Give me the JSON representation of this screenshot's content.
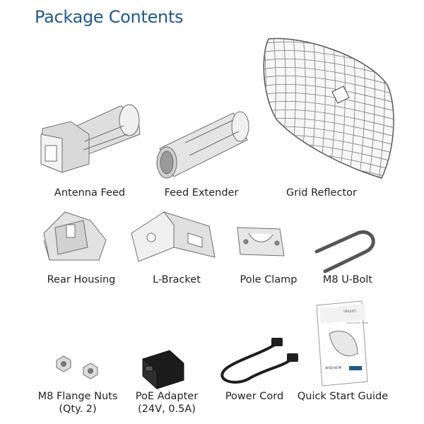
{
  "heading": "Package Contents",
  "items": [
    {
      "label": "Antenna Feed"
    },
    {
      "label": "Feed Extender"
    },
    {
      "label": "Grid Reflector"
    },
    {
      "label": "Rear Housing"
    },
    {
      "label": "L-Bracket"
    },
    {
      "label": "Pole Clamp"
    },
    {
      "label": "M8 U-Bolt"
    },
    {
      "label": "M8 Flange Nuts",
      "sublabel": "(Qty. 2)"
    },
    {
      "label": "PoE Adapter",
      "sublabel": "(24V, 0.5A)"
    },
    {
      "label": "Power Cord"
    },
    {
      "label": "Quick Start Guide"
    }
  ],
  "guide_cover": {
    "brand": "UBIQUITI",
    "product": "airGrid M",
    "footer": "Quick Start Guide"
  },
  "colors": {
    "heading": "#1f5a8a",
    "part_fill": "#e6e6e6",
    "part_stroke": "#6e6e6e",
    "adapter": "#1c1c1c"
  }
}
